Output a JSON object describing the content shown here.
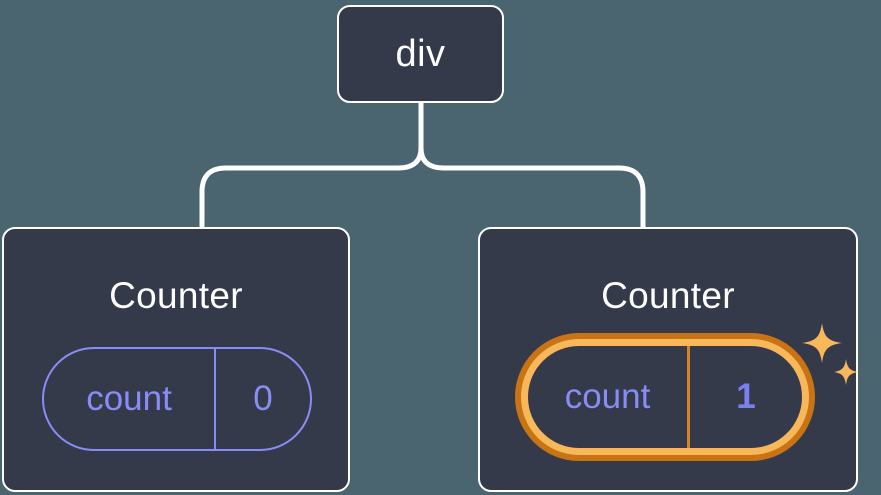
{
  "canvas": {
    "background_color": "#4b6570",
    "node_fill_color": "#343a4a",
    "node_border_color": "#ffffff",
    "connector_color": "#ffffff",
    "state_color": "#8a8cf5",
    "highlight_outer_color": "#c87314",
    "highlight_inner_color": "#f8b75a",
    "sparkle_color": "#f8b75a"
  },
  "tree": {
    "root": {
      "tag": "div"
    },
    "children": [
      {
        "title": "Counter",
        "state": {
          "key": "count",
          "value": "0"
        },
        "highlighted": false,
        "sparkles": false
      },
      {
        "title": "Counter",
        "state": {
          "key": "count",
          "value": "1"
        },
        "highlighted": true,
        "sparkles": true
      }
    ]
  }
}
